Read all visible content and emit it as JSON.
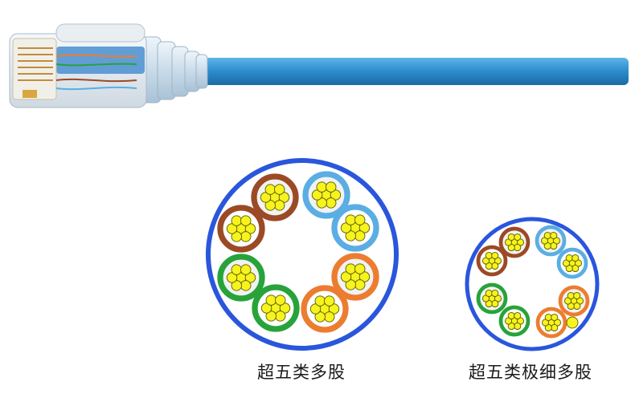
{
  "cable": {
    "jacket_color": "#2f8fcf"
  },
  "cross_sections": [
    {
      "caption": "超五类多股",
      "jacket_color": "#2a56dc",
      "pairs": [
        "brown",
        "brown",
        "blue",
        "blue",
        "orange",
        "orange",
        "green",
        "green"
      ]
    },
    {
      "caption": "超五类极细多股",
      "jacket_color": "#2a56dc",
      "pairs": [
        "brown",
        "brown",
        "blue",
        "blue",
        "orange",
        "orange",
        "green",
        "green"
      ]
    }
  ],
  "colors": {
    "brown": "#9b4a25",
    "blue": "#5aaee3",
    "orange": "#ec7d30",
    "green": "#27a33a",
    "white_stripe": "#f2f2f2",
    "copper_strand": "#f7f31f"
  }
}
